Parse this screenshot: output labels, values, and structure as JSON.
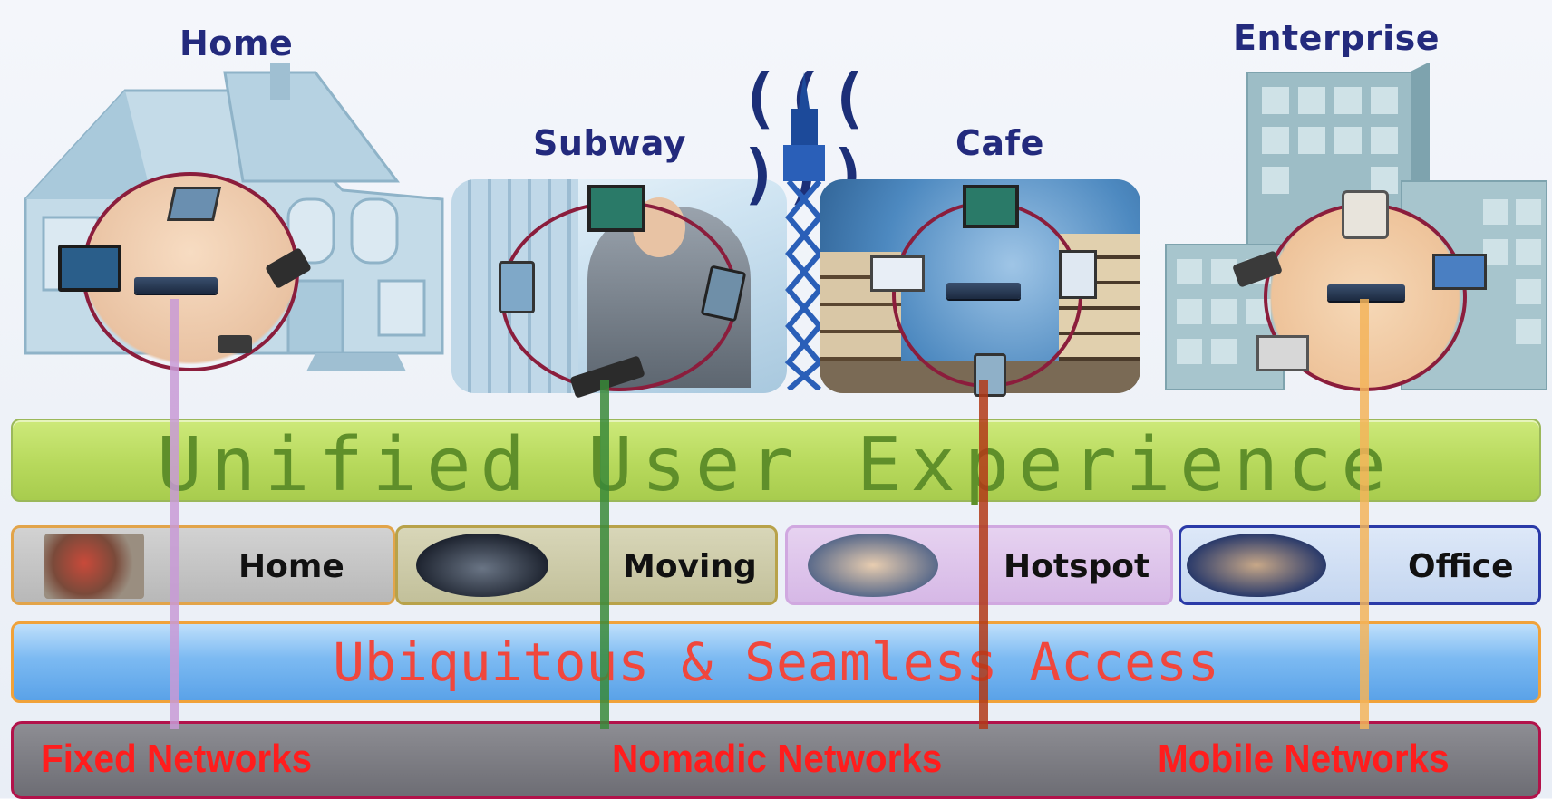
{
  "scenes": {
    "home": "Home",
    "subway": "Subway",
    "cafe": "Cafe",
    "enterprise": "Enterprise"
  },
  "contexts": {
    "home": "Home",
    "moving": "Moving",
    "hotspot": "Hotspot",
    "office": "Office"
  },
  "bands": {
    "unified": "Unified User Experience",
    "access": "Ubiquitous & Seamless Access"
  },
  "networks": {
    "fixed": "Fixed Networks",
    "nomadic": "Nomadic Networks",
    "mobile": "Mobile Networks"
  },
  "colors": {
    "scene_label": "#232a7d",
    "network_label": "#ff1d1d",
    "line_home": "#c89ad6",
    "line_subway": "#3a8a3a",
    "line_cafe": "#b23a18",
    "line_enterprise": "#f3b45a"
  },
  "icons": [
    "wireless-signal-icon",
    "cell-tower-icon",
    "router-icon",
    "laptop-icon",
    "phone-icon",
    "pda-icon",
    "monitor-icon"
  ]
}
